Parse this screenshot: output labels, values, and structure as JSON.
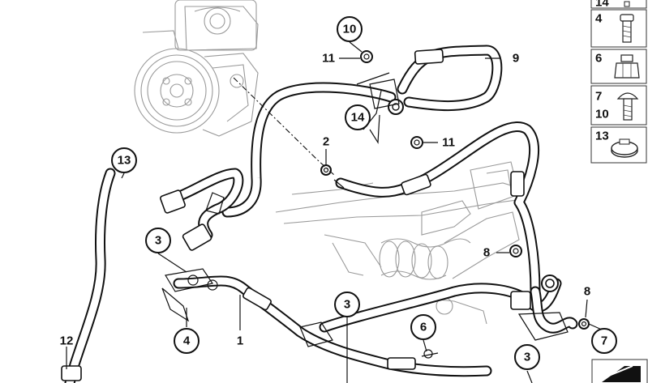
{
  "callouts": {
    "c10": "10",
    "c14": "14",
    "c13": "13",
    "c3a": "3",
    "c4": "4",
    "c3b": "3",
    "c6": "6",
    "c3c": "3",
    "c7": "7"
  },
  "labels": {
    "l11a": "11",
    "l9": "9",
    "l2": "2",
    "l11b": "11",
    "l8a": "8",
    "l1": "1",
    "l8b": "8",
    "l12": "12"
  },
  "parts_panel": {
    "p14": "14",
    "p4": "4",
    "p6": "6",
    "p7": "7",
    "p10": "10",
    "p13": "13"
  }
}
